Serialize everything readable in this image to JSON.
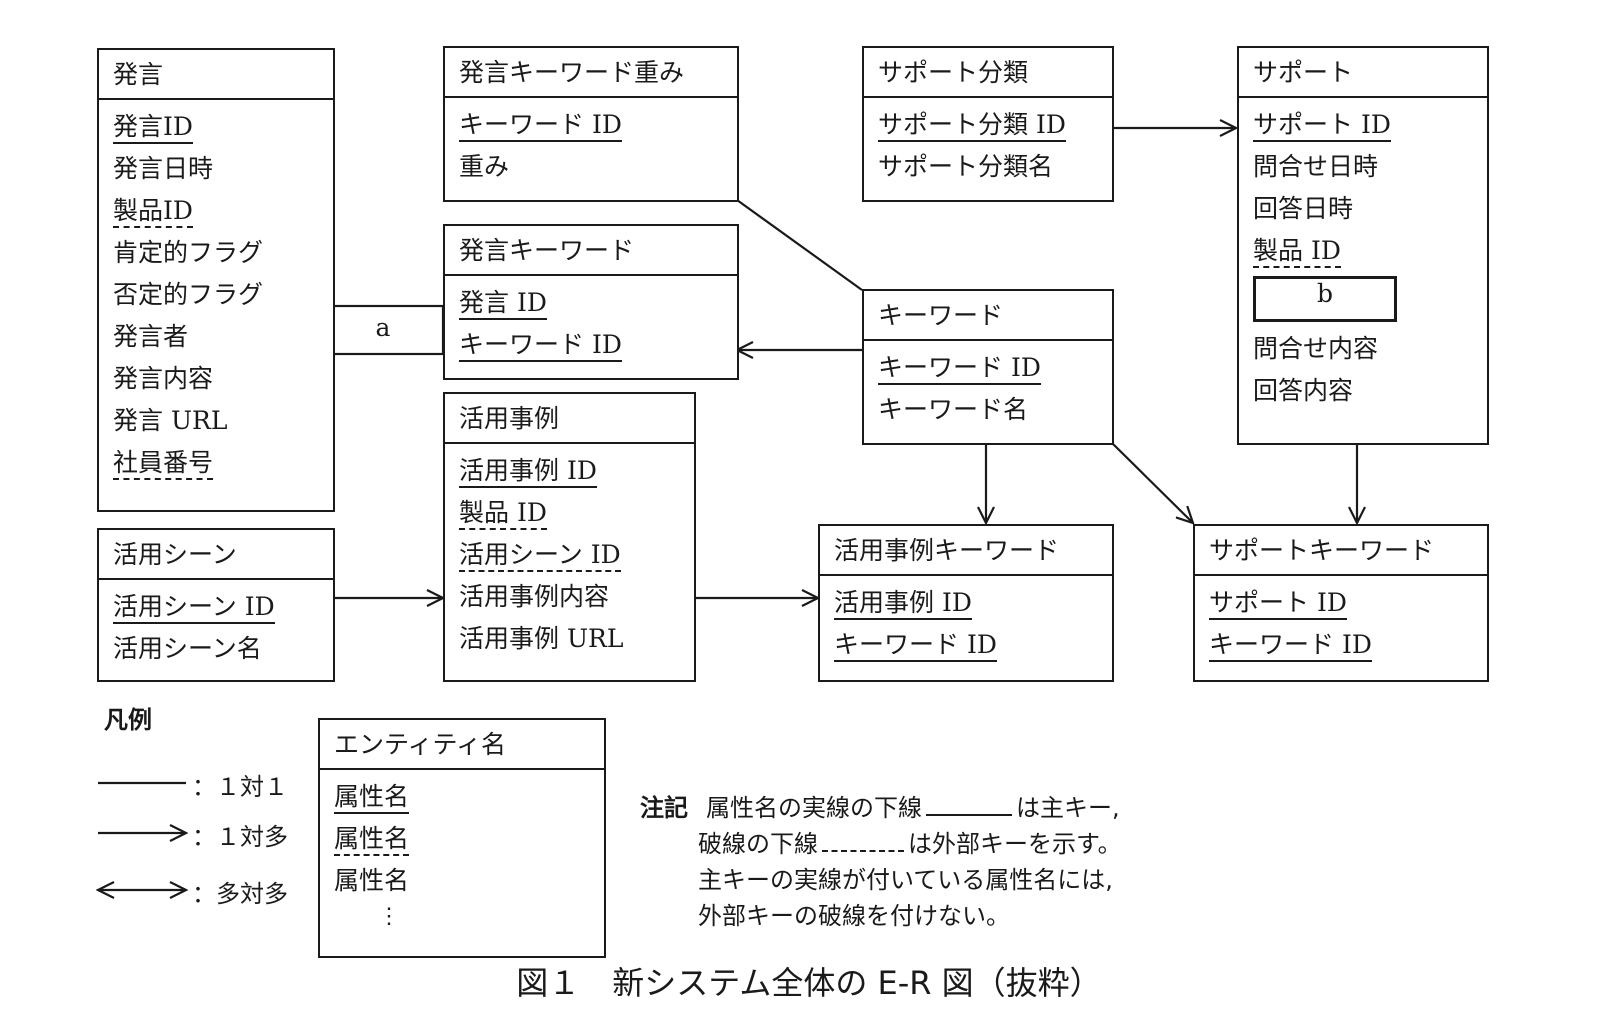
{
  "entities": {
    "hatsugen": {
      "name": "発言",
      "attrs": [
        {
          "label": "発言ID",
          "key": "pk"
        },
        {
          "label": "発言日時",
          "key": ""
        },
        {
          "label": "製品ID",
          "key": "fk"
        },
        {
          "label": "肯定的フラグ",
          "key": ""
        },
        {
          "label": "否定的フラグ",
          "key": ""
        },
        {
          "label": "発言者",
          "key": ""
        },
        {
          "label": "発言内容",
          "key": ""
        },
        {
          "label": "発言 URL",
          "key": ""
        },
        {
          "label": "社員番号",
          "key": "fk"
        }
      ]
    },
    "hatsugen_keyword_weight": {
      "name": "発言キーワード重み",
      "attrs": [
        {
          "label": "キーワード ID",
          "key": "pk"
        },
        {
          "label": "重み",
          "key": ""
        }
      ]
    },
    "hatsugen_keyword": {
      "name": "発言キーワード",
      "attrs": [
        {
          "label": "発言 ID",
          "key": "pk"
        },
        {
          "label": "キーワード ID",
          "key": "pk"
        }
      ]
    },
    "support_category": {
      "name": "サポート分類",
      "attrs": [
        {
          "label": "サポート分類 ID",
          "key": "pk"
        },
        {
          "label": "サポート分類名",
          "key": ""
        }
      ]
    },
    "support": {
      "name": "サポート",
      "attrs": [
        {
          "label": "サポート ID",
          "key": "pk"
        },
        {
          "label": "問合せ日時",
          "key": ""
        },
        {
          "label": "回答日時",
          "key": ""
        },
        {
          "label": "製品 ID",
          "key": "fk"
        },
        {
          "label": "b",
          "key": "blank"
        },
        {
          "label": "問合せ内容",
          "key": ""
        },
        {
          "label": "回答内容",
          "key": ""
        }
      ]
    },
    "keyword": {
      "name": "キーワード",
      "attrs": [
        {
          "label": "キーワード ID",
          "key": "pk"
        },
        {
          "label": "キーワード名",
          "key": ""
        }
      ]
    },
    "usage_case": {
      "name": "活用事例",
      "attrs": [
        {
          "label": "活用事例 ID",
          "key": "pk"
        },
        {
          "label": "製品 ID",
          "key": "fk"
        },
        {
          "label": "活用シーン ID",
          "key": "fk"
        },
        {
          "label": "活用事例内容",
          "key": ""
        },
        {
          "label": "活用事例 URL",
          "key": ""
        }
      ]
    },
    "usage_scene": {
      "name": "活用シーン",
      "attrs": [
        {
          "label": "活用シーン ID",
          "key": "pk"
        },
        {
          "label": "活用シーン名",
          "key": ""
        }
      ]
    },
    "usage_case_keyword": {
      "name": "活用事例キーワード",
      "attrs": [
        {
          "label": "活用事例 ID",
          "key": "pk"
        },
        {
          "label": "キーワード ID",
          "key": "pk"
        }
      ]
    },
    "support_keyword": {
      "name": "サポートキーワード",
      "attrs": [
        {
          "label": "サポート ID",
          "key": "pk"
        },
        {
          "label": "キーワード ID",
          "key": "pk"
        }
      ]
    }
  },
  "relationships": [
    {
      "from": "発言",
      "to": "発言キーワード",
      "type": "blank",
      "label": "a"
    },
    {
      "from": "キーワード",
      "to": "発言キーワード",
      "type": "1対多"
    },
    {
      "from": "発言キーワード重み",
      "to": "キーワード",
      "type": "1対1"
    },
    {
      "from": "サポート分類",
      "to": "サポート",
      "type": "1対多"
    },
    {
      "from": "キーワード",
      "to": "活用事例キーワード",
      "type": "1対多"
    },
    {
      "from": "キーワード",
      "to": "サポートキーワード",
      "type": "1対多"
    },
    {
      "from": "サポート",
      "to": "サポートキーワード",
      "type": "1対多"
    },
    {
      "from": "活用シーン",
      "to": "活用事例",
      "type": "1対多"
    },
    {
      "from": "活用事例",
      "to": "活用事例キーワード",
      "type": "1対多"
    }
  ],
  "blank_a": "a",
  "legend": {
    "title": "凡例",
    "one_to_one": "：１対１",
    "one_to_many": "：１対多",
    "many_to_many": "：多対多",
    "sample_entity": {
      "name": "エンティティ名",
      "attrs": [
        {
          "label": "属性名",
          "key": "pk"
        },
        {
          "label": "属性名",
          "key": "fk"
        },
        {
          "label": "属性名",
          "key": ""
        }
      ],
      "ellipsis": "⋮"
    }
  },
  "note": {
    "label": "注記",
    "line1_a": "属性名の実線の下線",
    "line1_b": "は主キー,",
    "line2_a": "破線の下線",
    "line2_b": "は外部キーを示す。",
    "line3": "主キーの実線が付いている属性名には,",
    "line4": "外部キーの破線を付けない。"
  },
  "caption": "図１　新システム全体の E-R 図（抜粋）"
}
